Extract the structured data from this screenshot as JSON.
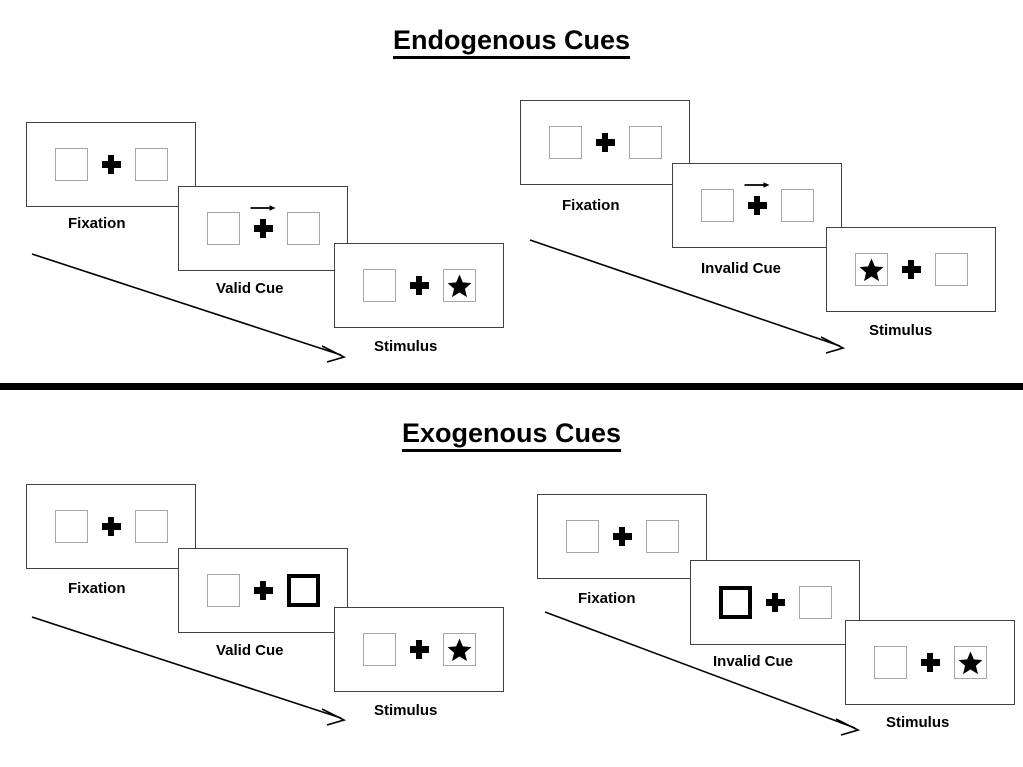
{
  "sections": [
    {
      "id": "endogenous",
      "title": "Endogenous Cues",
      "cue_type": "arrow",
      "columns": [
        {
          "id": "valid",
          "panels": [
            {
              "label": "Fixation",
              "left_box": "empty",
              "right_box": "empty",
              "cue": "none"
            },
            {
              "label": "Valid Cue",
              "left_box": "empty",
              "right_box": "empty",
              "cue": "arrow-right"
            },
            {
              "label": "Stimulus",
              "left_box": "empty",
              "right_box": "star",
              "cue": "none"
            }
          ]
        },
        {
          "id": "invalid",
          "panels": [
            {
              "label": "Fixation",
              "left_box": "empty",
              "right_box": "empty",
              "cue": "none"
            },
            {
              "label": "Invalid Cue",
              "left_box": "empty",
              "right_box": "empty",
              "cue": "arrow-right"
            },
            {
              "label": "Stimulus",
              "left_box": "star",
              "right_box": "empty",
              "cue": "none"
            }
          ]
        }
      ]
    },
    {
      "id": "exogenous",
      "title": "Exogenous Cues",
      "cue_type": "flash-box",
      "columns": [
        {
          "id": "valid",
          "panels": [
            {
              "label": "Fixation",
              "left_box": "empty",
              "right_box": "empty",
              "cue": "none"
            },
            {
              "label": "Valid Cue",
              "left_box": "empty",
              "right_box": "cued",
              "cue": "none"
            },
            {
              "label": "Stimulus",
              "left_box": "empty",
              "right_box": "star",
              "cue": "none"
            }
          ]
        },
        {
          "id": "invalid",
          "panels": [
            {
              "label": "Fixation",
              "left_box": "empty",
              "right_box": "empty",
              "cue": "none"
            },
            {
              "label": "Invalid Cue",
              "left_box": "cued",
              "right_box": "empty",
              "cue": "none"
            },
            {
              "label": "Stimulus",
              "left_box": "empty",
              "right_box": "star",
              "cue": "none"
            }
          ]
        }
      ]
    }
  ],
  "icons": {
    "star": "star-icon",
    "fixation_cross": "plus-icon",
    "cue_arrow": "arrow-right-icon",
    "flow_arrow": "time-flow-arrow-icon"
  },
  "colors": {
    "foreground": "#000000",
    "background": "#ffffff",
    "box_border": "#a6a6a6",
    "panel_border": "#404040",
    "cued_box_border": "#000000"
  },
  "divider": {
    "name": "section-divider"
  }
}
